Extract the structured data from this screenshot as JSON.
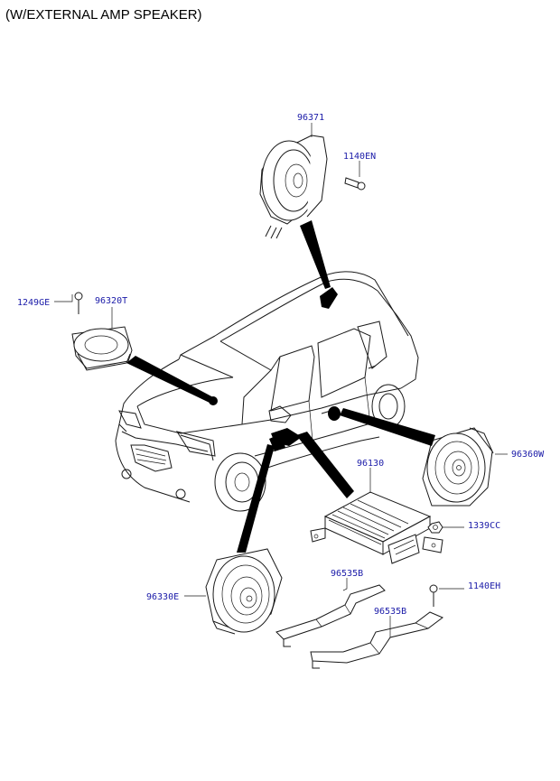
{
  "header": {
    "title": "(W/EXTERNAL AMP SPEAKER)"
  },
  "callouts": {
    "p96371": "96371",
    "p1140EN": "1140EN",
    "p1249GE": "1249GE",
    "p96320T": "96320T",
    "p96130": "96130",
    "p96360W": "96360W",
    "p1339CC": "1339CC",
    "p96535B_1": "96535B",
    "p1140EH": "1140EH",
    "p96330E": "96330E",
    "p96535B_2": "96535B"
  },
  "colors": {
    "callout_text": "#1a1aa8",
    "line_art": "#1a1a1a",
    "background": "#ffffff"
  }
}
